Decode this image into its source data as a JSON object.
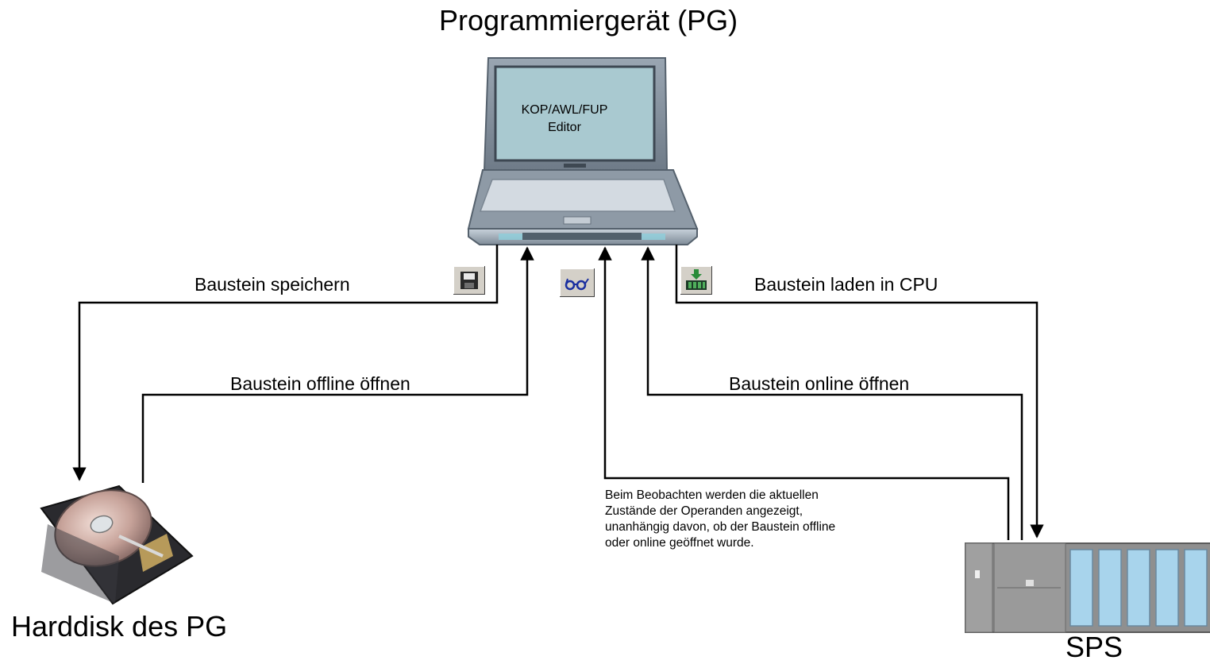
{
  "nodes": {
    "pg_title": "Programmiergerät (PG)",
    "screen": {
      "line1": "KOP/AWL/FUP",
      "line2": "Editor"
    },
    "harddisk_label": "Harddisk des PG",
    "sps_label": "SPS"
  },
  "connections": {
    "save": "Baustein speichern",
    "open_offline": "Baustein offline öffnen",
    "load_cpu": "Baustein laden in CPU",
    "open_online": "Baustein online öffnen"
  },
  "note": [
    "Beim Beobachten werden die aktuellen",
    "Zustände der Operanden angezeigt,",
    "unanhängig davon, ob der Baustein offline",
    "oder online geöffnet wurde."
  ],
  "icons": {
    "save": "floppy-disk-icon",
    "monitor": "glasses-icon",
    "download": "download-to-plc-icon"
  },
  "colors": {
    "line": "#000000",
    "laptop_body": "#8a96a2",
    "screen": "#a9c9d0",
    "plc_body": "#8f8f8f",
    "plc_module": "#a8d4ec"
  }
}
